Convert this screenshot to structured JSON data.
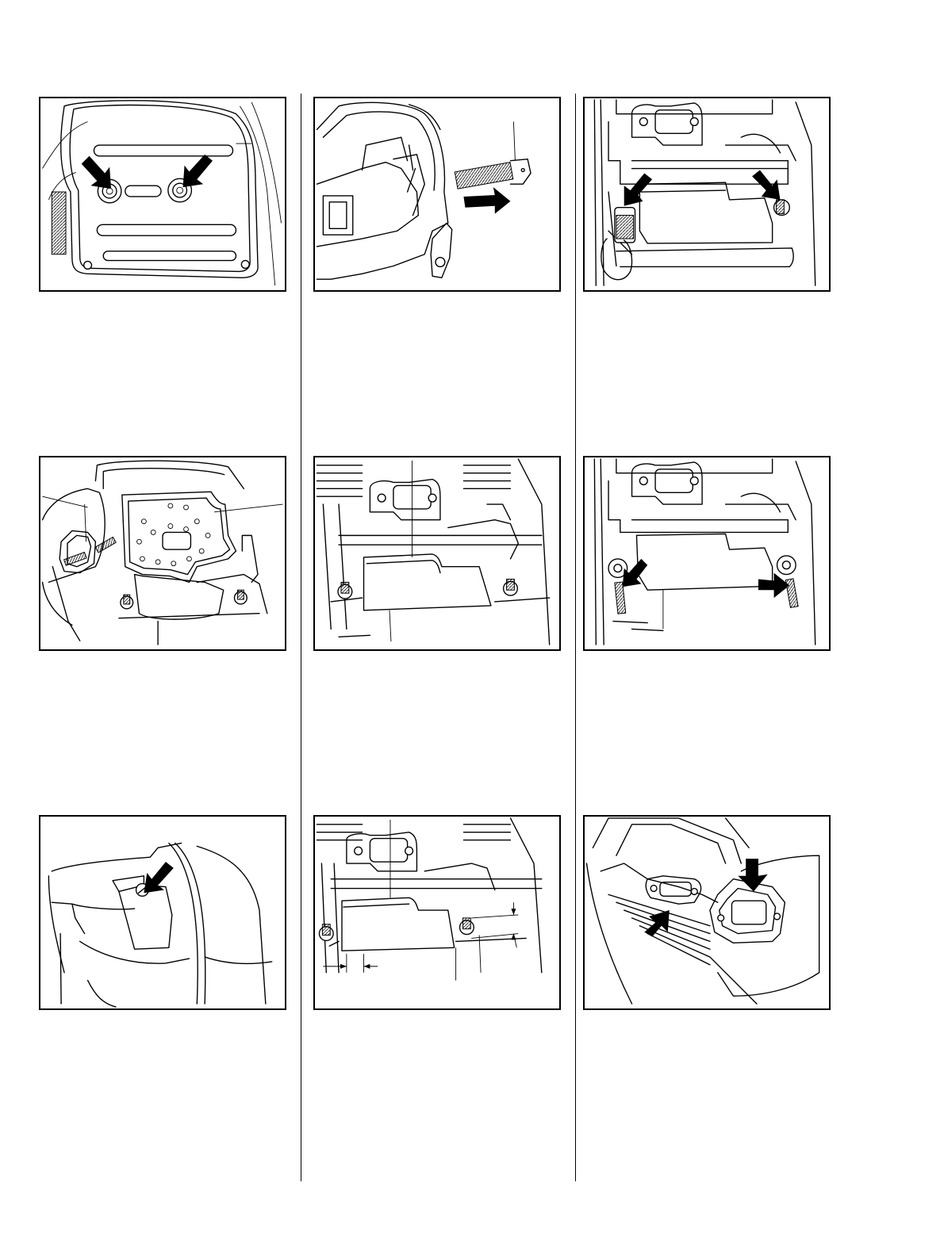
{
  "page": {
    "columns": 3,
    "rows": 3
  },
  "figures": [
    {
      "id": "muffler-cover",
      "icons": [
        "arrow-icon",
        "arrow-icon"
      ]
    },
    {
      "id": "spark-arrestor-screen",
      "icons": [
        "arrow-icon"
      ]
    },
    {
      "id": "muffler-bolts-wrench",
      "icons": [
        "arrow-icon",
        "arrow-icon"
      ]
    },
    {
      "id": "muffler-heat-plate",
      "icons": []
    },
    {
      "id": "muffler-body",
      "icons": []
    },
    {
      "id": "studs",
      "icons": [
        "arrow-icon",
        "arrow-icon"
      ]
    },
    {
      "id": "cover-screw",
      "icons": [
        "arrow-icon"
      ]
    },
    {
      "id": "muffler-gap",
      "icons": []
    },
    {
      "id": "exhaust-gaskets",
      "icons": [
        "arrow-icon",
        "arrow-icon"
      ]
    }
  ]
}
